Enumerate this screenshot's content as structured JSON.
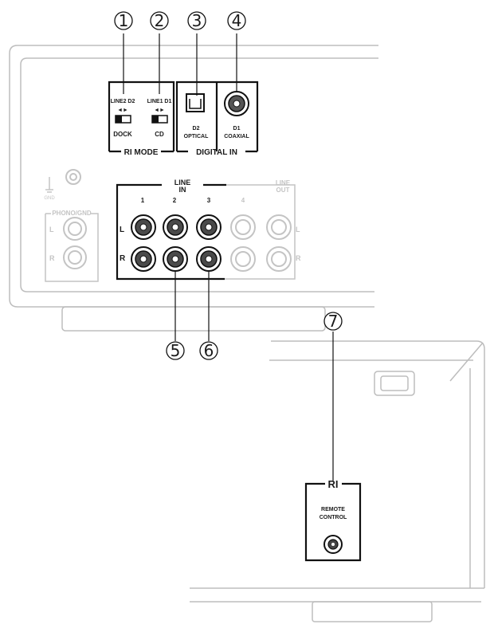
{
  "callouts": {
    "c1": "1",
    "c2": "2",
    "c3": "3",
    "c4": "4",
    "c5": "5",
    "c6": "6",
    "c7": "7"
  },
  "ri_mode": {
    "switch1_top": "LINE2 D2",
    "switch1_bottom": "DOCK",
    "switch2_top": "LINE1 D1",
    "switch2_bottom": "CD",
    "group_label": "RI MODE"
  },
  "digital_in": {
    "optical_line1": "D2",
    "optical_line2": "OPTICAL",
    "coaxial_line1": "D1",
    "coaxial_line2": "COAXIAL",
    "group_label": "DIGITAL IN"
  },
  "line_in": {
    "label_line1": "LINE",
    "label_line2": "IN",
    "columns": [
      "1",
      "2",
      "3",
      "4"
    ],
    "rows": [
      "L",
      "R"
    ]
  },
  "line_out": {
    "label_line1": "LINE",
    "label_line2": "OUT",
    "rows": [
      "L",
      "R"
    ]
  },
  "phono": {
    "label": "PHONO/GND",
    "gnd_label": "GND",
    "rows": [
      "L",
      "R"
    ]
  },
  "ri_panel": {
    "label": "RI",
    "jack_line1": "REMOTE",
    "jack_line2": "CONTROL"
  }
}
